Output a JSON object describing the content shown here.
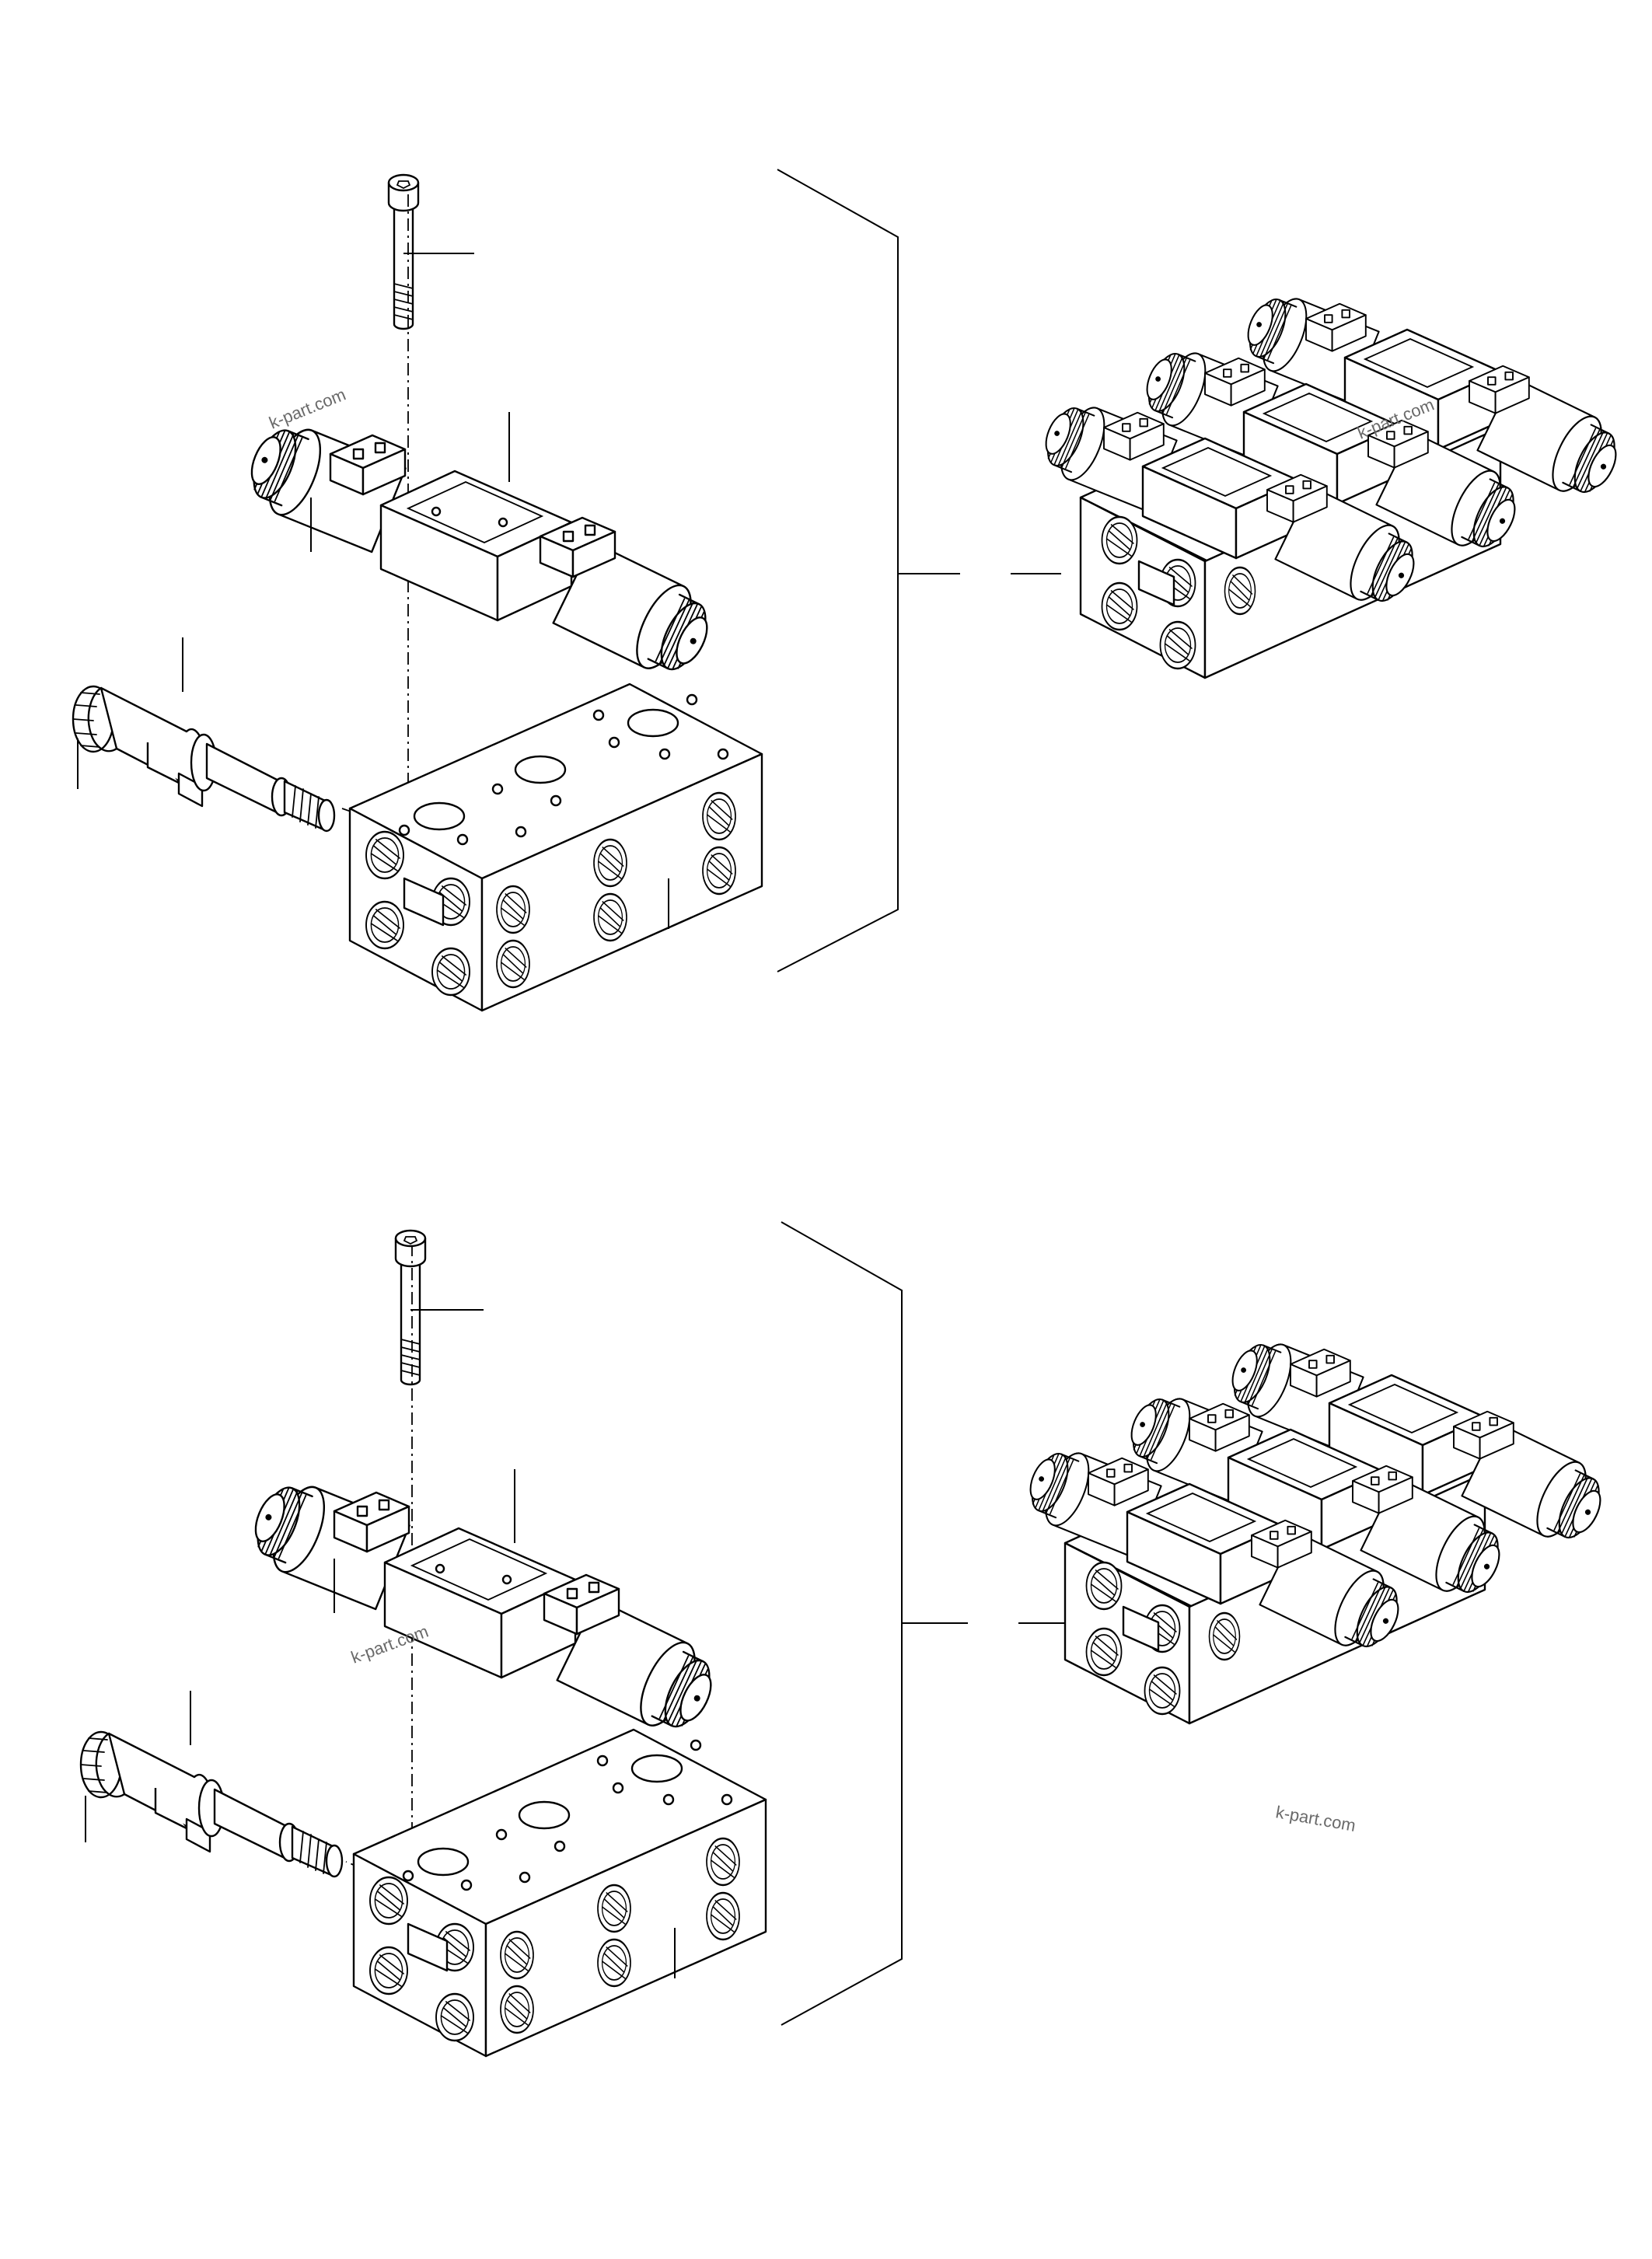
{
  "watermarks": [
    "k-part.com",
    "k-part.com",
    "k-part.com",
    "k-part.com"
  ],
  "icons": {
    "bolt": "socket-cap-screw-icon",
    "valve": "solenoid-valve-icon",
    "sensor": "pressure-switch-icon",
    "block": "manifold-block-icon",
    "assembly": "valve-stack-assembly-icon"
  }
}
